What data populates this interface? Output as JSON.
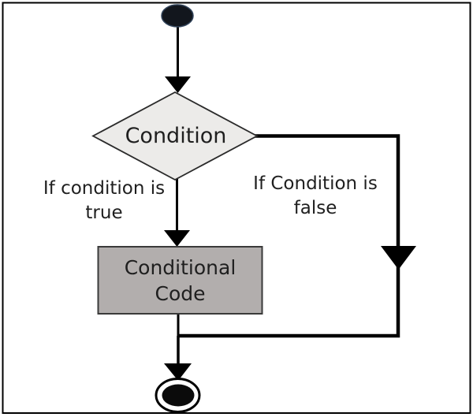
{
  "diagram": {
    "type": "flowchart",
    "subject": "if-condition decision flow",
    "decision": {
      "label": "Condition"
    },
    "true_branch": {
      "label_line1": "If condition is",
      "label_line2": "true"
    },
    "false_branch": {
      "label_line1": "If Condition is",
      "label_line2": "false"
    },
    "process": {
      "label_line1": "Conditional",
      "label_line2": "Code"
    },
    "colors": {
      "decision_fill": "#ECEBE9",
      "decision_stroke": "#2B2B2B",
      "process_fill": "#B2AEAD",
      "process_stroke": "#3A3A3A",
      "line": "#000000",
      "text": "#1F1F1F",
      "border": "#000000",
      "start_fill": "#12161D",
      "end_fill": "#0B0B0B"
    }
  }
}
